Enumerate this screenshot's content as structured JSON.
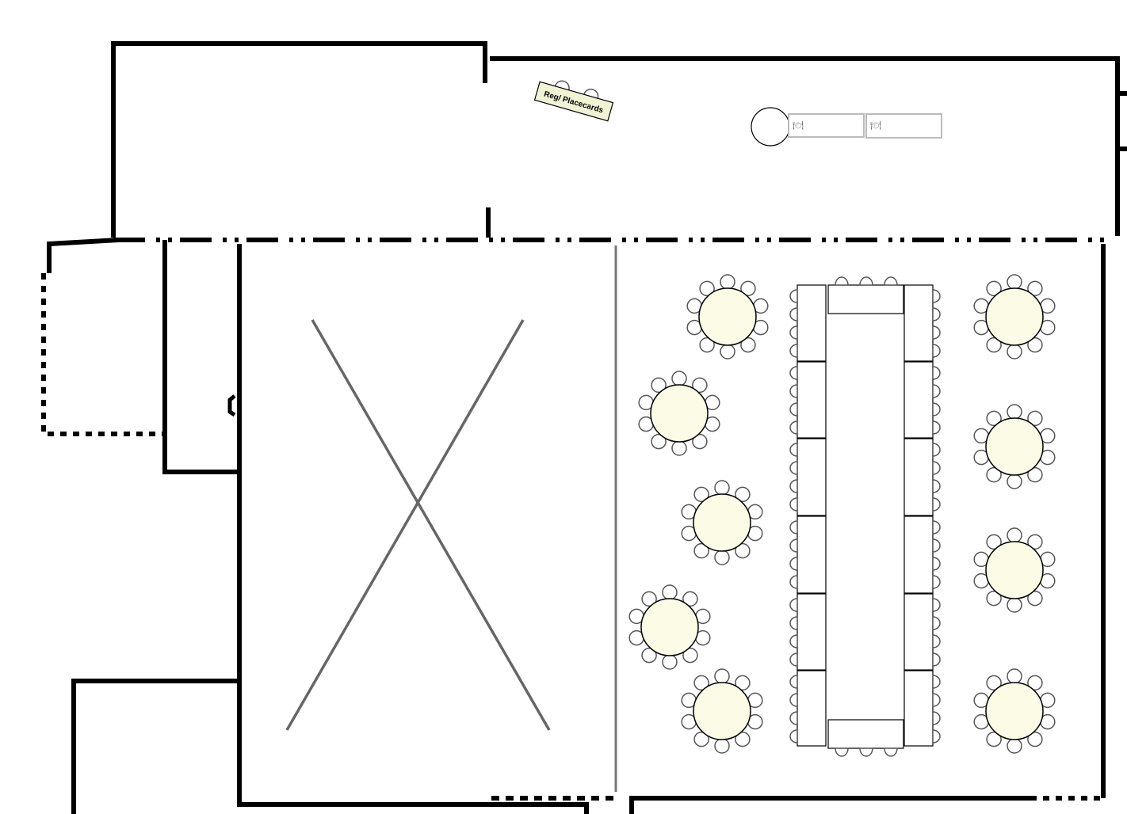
{
  "diagram": {
    "type": "event-floor-plan",
    "labels": {
      "registration_table": "Reg/ Placecards",
      "buffet_icon": "🍽"
    },
    "colors": {
      "table_fill": "#fbfbe6",
      "registration_fill": "#f0f4d4",
      "wall": "#000000",
      "divider": "#777777"
    },
    "counts": {
      "round_tables": 10,
      "seats_per_round_table": 10,
      "rectangular_table_sections": 14,
      "buffet_stations": 2
    }
  }
}
